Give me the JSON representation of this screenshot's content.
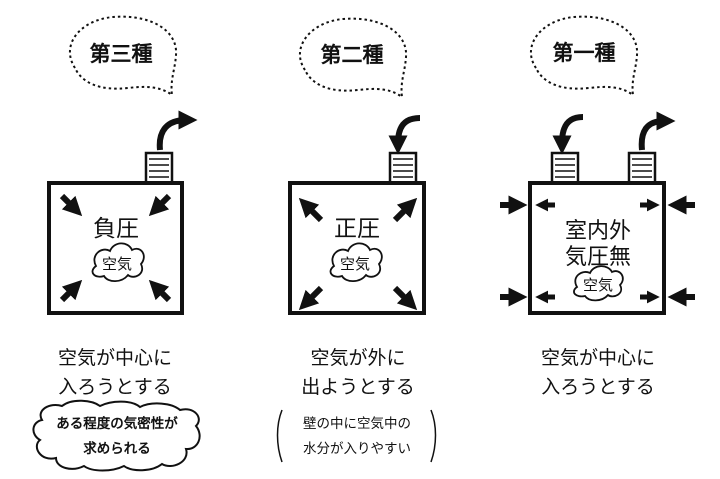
{
  "panels": [
    {
      "id": "third",
      "title": "第三種",
      "pressure_lines": [
        "負圧"
      ],
      "cloud": "空気",
      "caption_lines": [
        "空気が中心に",
        "入ろうとする"
      ],
      "note_lines": [
        "ある程度の気密性が",
        "求められる"
      ]
    },
    {
      "id": "second",
      "title": "第二種",
      "pressure_lines": [
        "正圧"
      ],
      "cloud": "空気",
      "caption_lines": [
        "空気が外に",
        "出ようとする"
      ],
      "note_lines": [
        "壁の中に空気中の",
        "水分が入りやすい"
      ]
    },
    {
      "id": "first",
      "title": "第一種",
      "pressure_lines": [
        "室内外",
        "気圧無"
      ],
      "cloud": "空気",
      "caption_lines": [
        "空気が中心に",
        "入ろうとする"
      ],
      "note_lines": []
    }
  ]
}
